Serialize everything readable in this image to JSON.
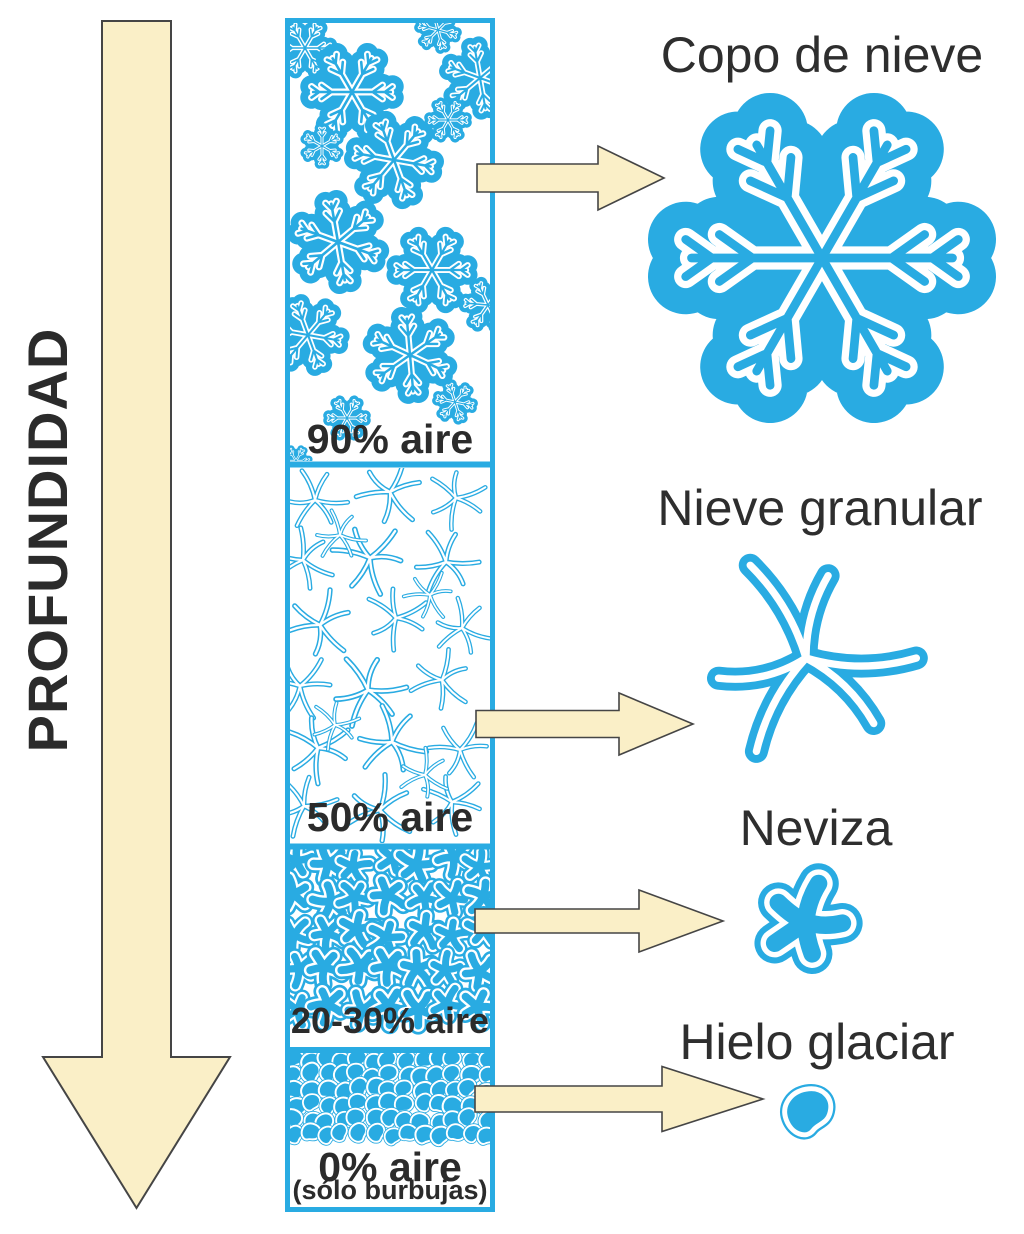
{
  "depth_axis": {
    "label": "PROFUNDIDAD",
    "icon": "depth-down-arrow-icon"
  },
  "column": {
    "sections": [
      {
        "id": "snow",
        "air_label": "90% aire",
        "icon": "snowflake-icon"
      },
      {
        "id": "granular",
        "air_label": "50% aire",
        "icon": "star-crystal-icon"
      },
      {
        "id": "firn",
        "air_label": "20-30% aire",
        "icon": "firn-grain-icon"
      },
      {
        "id": "ice",
        "air_label": "0% aire",
        "air_sublabel": "(sólo burbujas)",
        "icon": "ice-bubble-icon"
      }
    ]
  },
  "stages": [
    {
      "label": "Copo de nieve",
      "icon": "snowflake-icon"
    },
    {
      "label": "Nieve granular",
      "icon": "star-crystal-icon"
    },
    {
      "label": "Neviza",
      "icon": "firn-grain-icon"
    },
    {
      "label": "Hielo glaciar",
      "icon": "ice-bubble-icon"
    }
  ],
  "colors": {
    "blue": "#29ABE2",
    "cream": "#FAEFC7",
    "outline": "#454545",
    "text": "#2B2B2B"
  }
}
